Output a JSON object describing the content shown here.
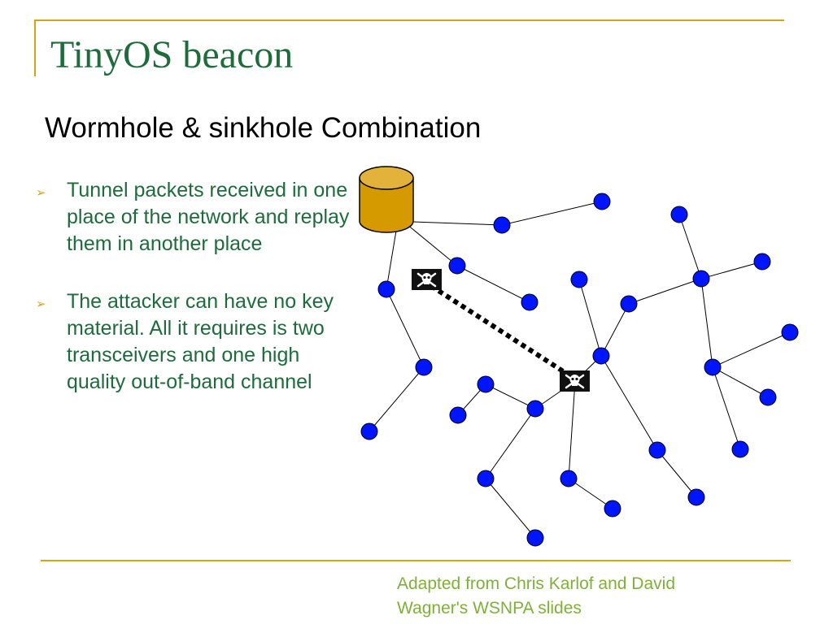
{
  "slide": {
    "title": "TinyOS beacon",
    "subtitle": "Wormhole & sinkhole Combination",
    "bullets": [
      "Tunnel packets received in one place of the network and replay them in another place",
      "The attacker can have no key material. All it requires is two transceivers and one high quality out-of-band channel"
    ],
    "credit_lines": [
      "Adapted from Chris Karlof and David",
      "Wagner's WSNPA slides"
    ]
  },
  "diagram": {
    "base_station": {
      "icon": "database-cylinder-icon",
      "color": "#d49a00"
    },
    "node_color": "#0015ff",
    "attacker_icon": "skull-crossbones-icon",
    "tunnel_style": "dotted-black"
  },
  "colors": {
    "accent": "#d9a21b",
    "title": "#1e6b3c",
    "credit": "#7fb03a"
  }
}
